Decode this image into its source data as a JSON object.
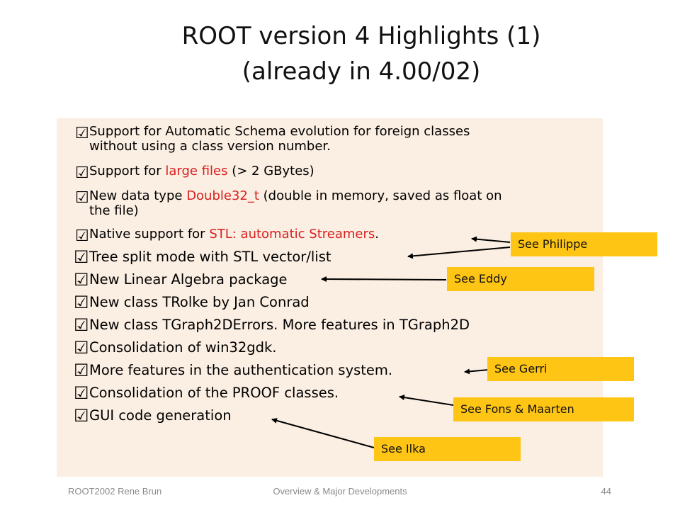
{
  "slide": {
    "title_line1": "ROOT version 4 Highlights (1)",
    "title_line2": "(already in 4.00/02)",
    "check_glyph": "☑"
  },
  "items": [
    {
      "parts": [
        "Support for Automatic Schema evolution for foreign classes",
        "without using a class version number."
      ]
    },
    {
      "pre": "Support for ",
      "red": "large files",
      "post": " (> 2 GBytes)"
    },
    {
      "pre": "New data type ",
      "red": "Double32_t",
      "post": " (double in memory, saved as float on",
      "line2": "the file)"
    },
    {
      "pre": "Native support for ",
      "red": "STL: automatic Streamers",
      "post": "."
    },
    {
      "text": "Tree split mode with STL vector/list"
    },
    {
      "text": "New Linear Algebra package"
    },
    {
      "text": "New class TRolke by Jan Conrad"
    },
    {
      "text": "New class TGraph2DErrors. More features in TGraph2D"
    },
    {
      "text": "Consolidation of win32gdk."
    },
    {
      "text": "More features in the authentication system."
    },
    {
      "text": "Consolidation of the PROOF classes."
    },
    {
      "text": "GUI code generation"
    }
  ],
  "callouts": {
    "philippe": "See Philippe",
    "eddy": "See Eddy",
    "gerri": "See Gerri",
    "fons": "See Fons & Maarten",
    "ilka": "See Ilka"
  },
  "footer": {
    "left": "ROOT2002  Rene Brun",
    "center": "Overview & Major Developments",
    "page": "44"
  },
  "colors": {
    "panel": "#fbeee2",
    "callout": "#fec514",
    "highlight": "#d92020"
  }
}
